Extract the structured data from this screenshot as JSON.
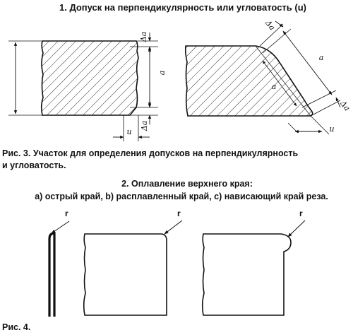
{
  "section1": {
    "title": "1. Допуск на перпендикулярность или угловатость (u)"
  },
  "fig3": {
    "caption_line1": "Рис. 3. Участок для определения допусков на перпендикулярность",
    "caption_line2": "и угловатость.",
    "labels": {
      "delta_a": "Δa",
      "a": "a",
      "u": "u"
    }
  },
  "section2": {
    "title": "2. Оплавление верхнего края:",
    "subtitle": "a) острый край, b) расплавленный край, c) нависающий край реза."
  },
  "fig4": {
    "caption": "Рис. 4.",
    "labels": {
      "r": "r"
    }
  }
}
